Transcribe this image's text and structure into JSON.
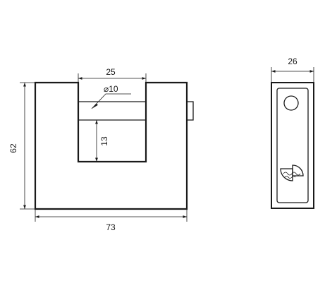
{
  "front_view": {
    "width_label": "73",
    "height_label": "62",
    "shackle_gap_label": "25",
    "shackle_diameter_label": "⌀10",
    "shackle_clearance_label": "13"
  },
  "side_view": {
    "depth_label": "26"
  }
}
